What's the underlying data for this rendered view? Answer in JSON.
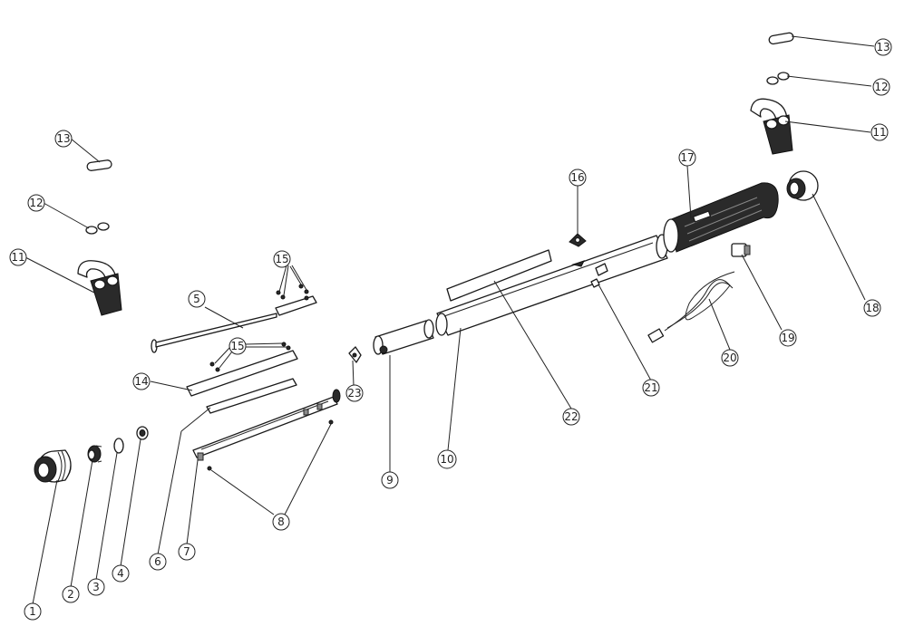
{
  "callouts": [
    {
      "id": "c1",
      "label": "1"
    },
    {
      "id": "c2",
      "label": "2"
    },
    {
      "id": "c3",
      "label": "3"
    },
    {
      "id": "c4",
      "label": "4"
    },
    {
      "id": "c5",
      "label": "5"
    },
    {
      "id": "c6",
      "label": "6"
    },
    {
      "id": "c7",
      "label": "7"
    },
    {
      "id": "c8",
      "label": "8"
    },
    {
      "id": "c9",
      "label": "9"
    },
    {
      "id": "c10",
      "label": "10"
    },
    {
      "id": "c11a",
      "label": "11"
    },
    {
      "id": "c11b",
      "label": "11"
    },
    {
      "id": "c12a",
      "label": "12"
    },
    {
      "id": "c12b",
      "label": "12"
    },
    {
      "id": "c13a",
      "label": "13"
    },
    {
      "id": "c13b",
      "label": "13"
    },
    {
      "id": "c14",
      "label": "14"
    },
    {
      "id": "c15a",
      "label": "15"
    },
    {
      "id": "c15b",
      "label": "15"
    },
    {
      "id": "c16",
      "label": "16"
    },
    {
      "id": "c17",
      "label": "17"
    },
    {
      "id": "c18",
      "label": "18"
    },
    {
      "id": "c19",
      "label": "19"
    },
    {
      "id": "c20",
      "label": "20"
    },
    {
      "id": "c21",
      "label": "21"
    },
    {
      "id": "c22",
      "label": "22"
    },
    {
      "id": "c23",
      "label": "23"
    }
  ]
}
